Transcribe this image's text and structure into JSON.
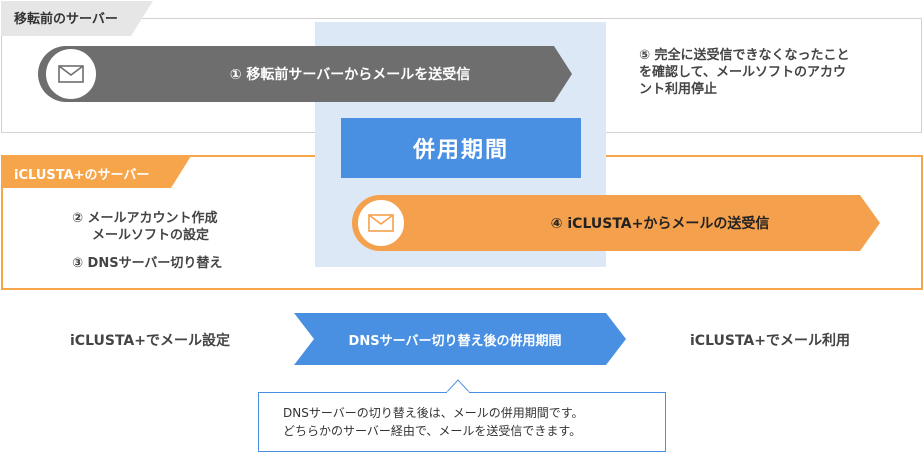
{
  "old_server": {
    "tab_label": "移転前のサーバー",
    "arrow_label": "① 移転前サーバーからメールを送受信",
    "step5_line1": "⑤ 完全に送受信できなくなったこと",
    "step5_line2": "を確認して、メールソフトのアカウ",
    "step5_line3": "ント利用停止"
  },
  "overlap": {
    "label": "併用期間"
  },
  "new_server": {
    "tab_label": "iCLUSTA+のサーバー",
    "step2_line1": "② メールアカウント作成",
    "step2_line2": "メールソフトの設定",
    "step3": "③ DNSサーバー切り替え",
    "arrow_label": "④ iCLUSTA+からメールの送受信"
  },
  "timeline": {
    "left": "iCLUSTA+でメール設定",
    "middle": "DNSサーバー切り替え後の併用期間",
    "right": "iCLUSTA+でメール利用"
  },
  "callout": {
    "line1": "DNSサーバーの切り替え後は、メールの併用期間です。",
    "line2": "どちらかのサーバー経由で、メールを送受信できます。"
  },
  "colors": {
    "old_arrow": "#6e6e6e",
    "old_tab": "#e6e6e6",
    "new_arrow": "#f5a04c",
    "new_border": "#f7a54a",
    "overlap_bg": "#dce8f6",
    "overlap_label": "#4a90e2",
    "timeline_arrow": "#4a90e2"
  }
}
